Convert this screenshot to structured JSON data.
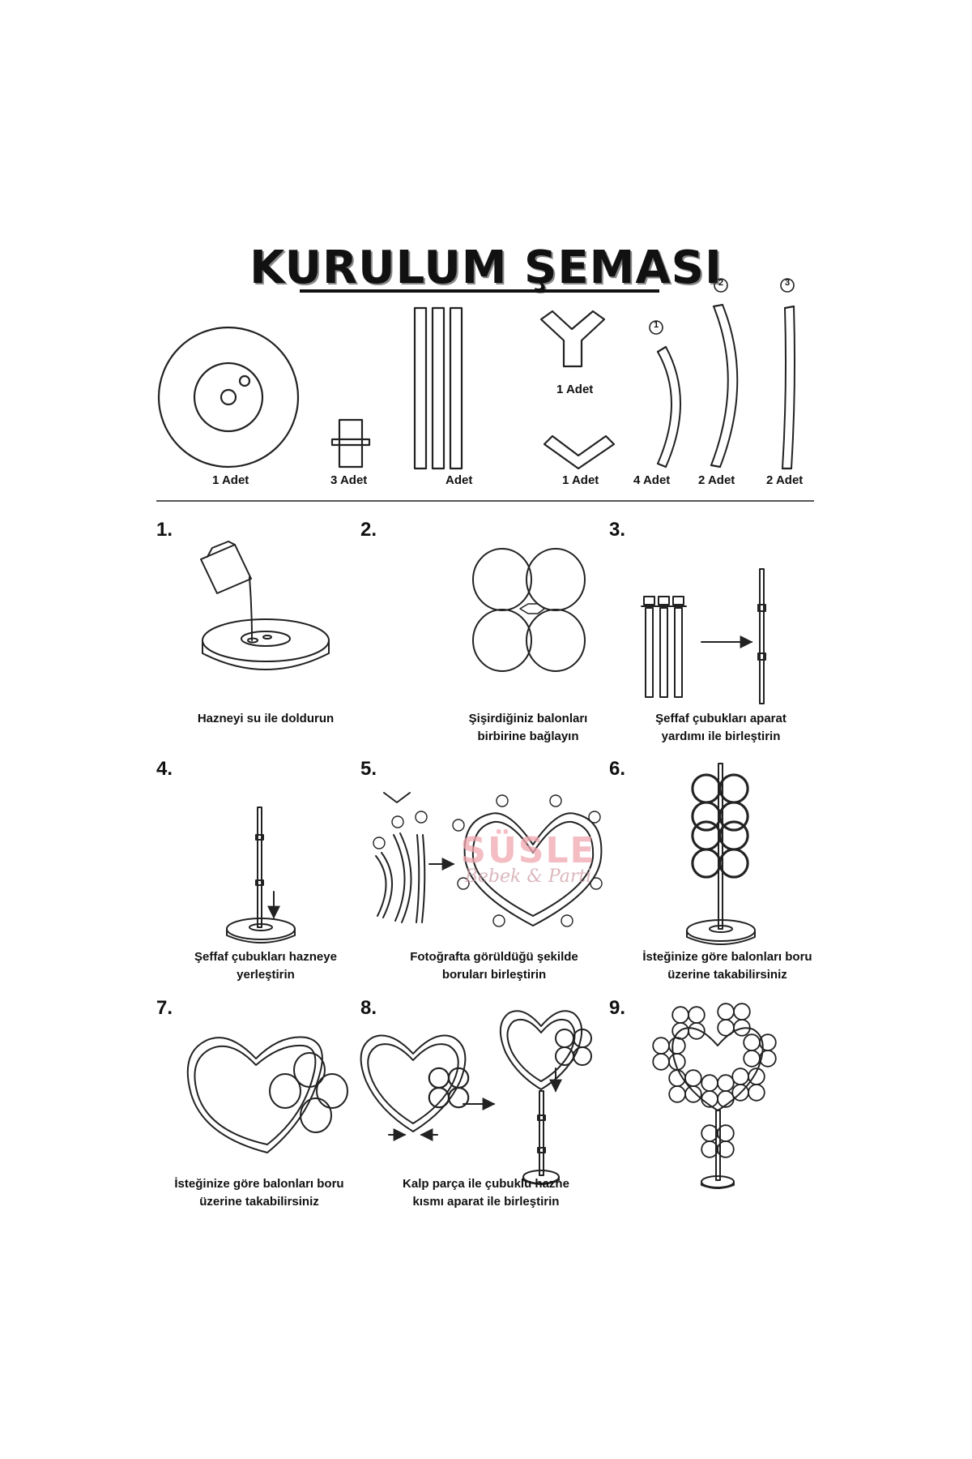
{
  "title": "KURULUM ŞEMASI",
  "parts": {
    "base_qty": "1 Adet",
    "connector_qty": "3 Adet",
    "rods_qty": "Adet",
    "y_joint_qty": "1 Adet",
    "v_joint_qty": "1 Adet",
    "tube1_qty": "4 Adet",
    "tube2_qty": "2 Adet",
    "tube3_qty": "2 Adet",
    "tube1_marker": "1",
    "tube2_marker": "2",
    "tube3_marker": "3"
  },
  "steps": [
    {
      "number": "1.",
      "caption_l1": "Hazneyi su ile doldurun",
      "caption_l2": ""
    },
    {
      "number": "2.",
      "caption_l1": "Şişirdiğiniz balonları",
      "caption_l2": "birbirine bağlayın"
    },
    {
      "number": "3.",
      "caption_l1": "Şeffaf çubukları aparat",
      "caption_l2": "yardımı ile birleştirin"
    },
    {
      "number": "4.",
      "caption_l1": "Şeffaf çubukları hazneye",
      "caption_l2": "yerleştirin"
    },
    {
      "number": "5.",
      "caption_l1": "Fotoğrafta görüldüğü şekilde",
      "caption_l2": "boruları birleştirin"
    },
    {
      "number": "6.",
      "caption_l1": "İsteğinize göre balonları boru",
      "caption_l2": "üzerine takabilirsiniz"
    },
    {
      "number": "7.",
      "caption_l1": "İsteğinize göre balonları boru",
      "caption_l2": "üzerine takabilirsiniz"
    },
    {
      "number": "8.",
      "caption_l1": "Kalp parça ile çubuklu hazne",
      "caption_l2": "kısmı aparat ile birleştirin"
    },
    {
      "number": "9.",
      "caption_l1": "",
      "caption_l2": ""
    }
  ],
  "watermark": {
    "brand": "SÜSLE",
    "tagline": "Bebek & Parti"
  }
}
